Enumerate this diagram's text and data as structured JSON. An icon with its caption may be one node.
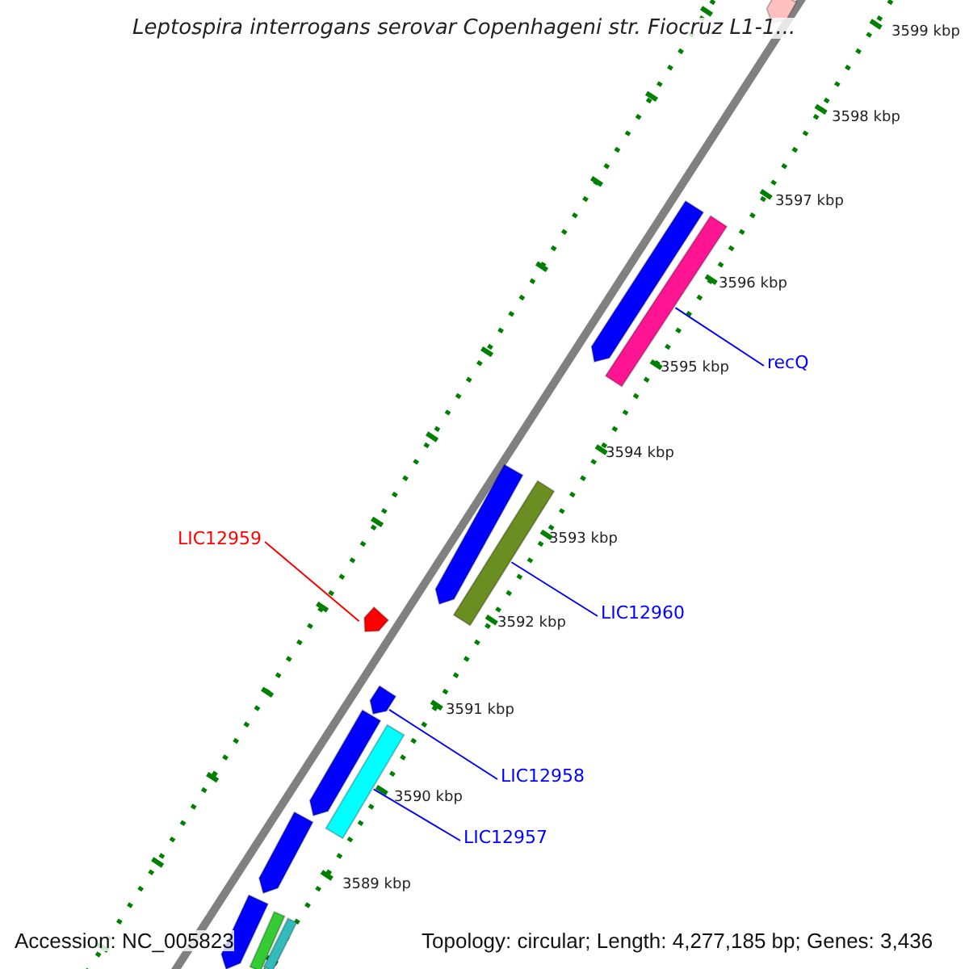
{
  "diagram": {
    "title": "Leptospira interrogans serovar Copenhageni str. Fiocruz L1-1...",
    "nodes": [
      {
        "text": [
          "recQ"
        ]
      },
      {
        "text": [],
        "shape": "bar"
      },
      {
        "text": [
          "LIC12959"
        ]
      },
      {
        "text": [],
        "shape": "pentagon"
      },
      {
        "text": [
          "LIC12960"
        ]
      },
      {
        "text": [],
        "shape": "bar"
      },
      {
        "text": [
          "LIC12958"
        ]
      },
      {
        "text": [],
        "shape": "pentagon"
      },
      {
        "text": [
          "LIC12957"
        ]
      },
      {
        "text": [],
        "shape": "bar"
      }
    ],
    "edges": [
      {
        "from": 0,
        "to": 1,
        "arrow": "none"
      },
      {
        "from": 2,
        "to": 3,
        "arrow": "none",
        "color": "#ff0000"
      },
      {
        "from": 4,
        "to": 5,
        "arrow": "none"
      },
      {
        "from": 6,
        "to": 7,
        "arrow": "none"
      },
      {
        "from": 8,
        "to": 9,
        "arrow": "none"
      }
    ],
    "labels": [
      "3599 kbp",
      "3598 kbp",
      "3597 kbp",
      "3596 kbp",
      "3595 kbp",
      "3594 kbp",
      "3593 kbp",
      "3592 kbp",
      "3591 kbp",
      "3590 kbp",
      "3589 kbp",
      "Accession: NC_005823",
      "Topology: circular; Length: 4,277,185 bp; Genes: 3,436"
    ]
  }
}
